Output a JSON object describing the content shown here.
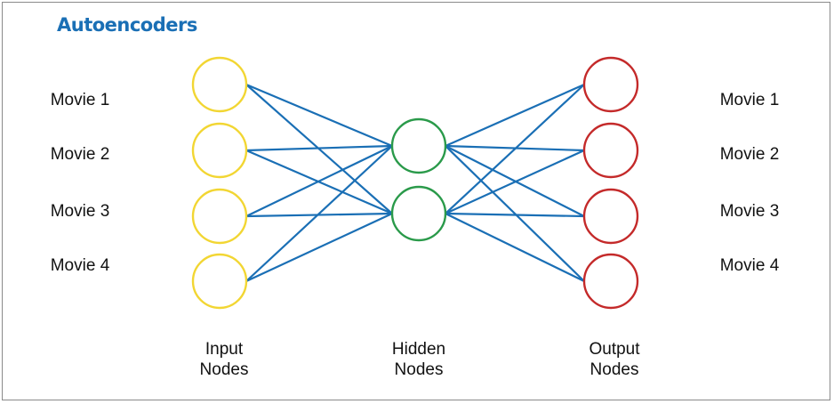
{
  "title": "Autoencoders",
  "colors": {
    "title": "#1a6fb5",
    "input_node": "#f2d633",
    "hidden_node": "#2a9a4a",
    "output_node": "#c42a2a",
    "edge": "#1a6fb5"
  },
  "left_labels": [
    "Movie 1",
    "Movie 2",
    "Movie 3",
    "Movie 4"
  ],
  "right_labels": [
    "Movie 1",
    "Movie 2",
    "Movie 3",
    "Movie 4"
  ],
  "layers": [
    {
      "label_line1": "Input",
      "label_line2": "Nodes",
      "count": 4
    },
    {
      "label_line1": "Hidden",
      "label_line2": "Nodes",
      "count": 2
    },
    {
      "label_line1": "Output",
      "label_line2": "Nodes",
      "count": 4
    }
  ]
}
